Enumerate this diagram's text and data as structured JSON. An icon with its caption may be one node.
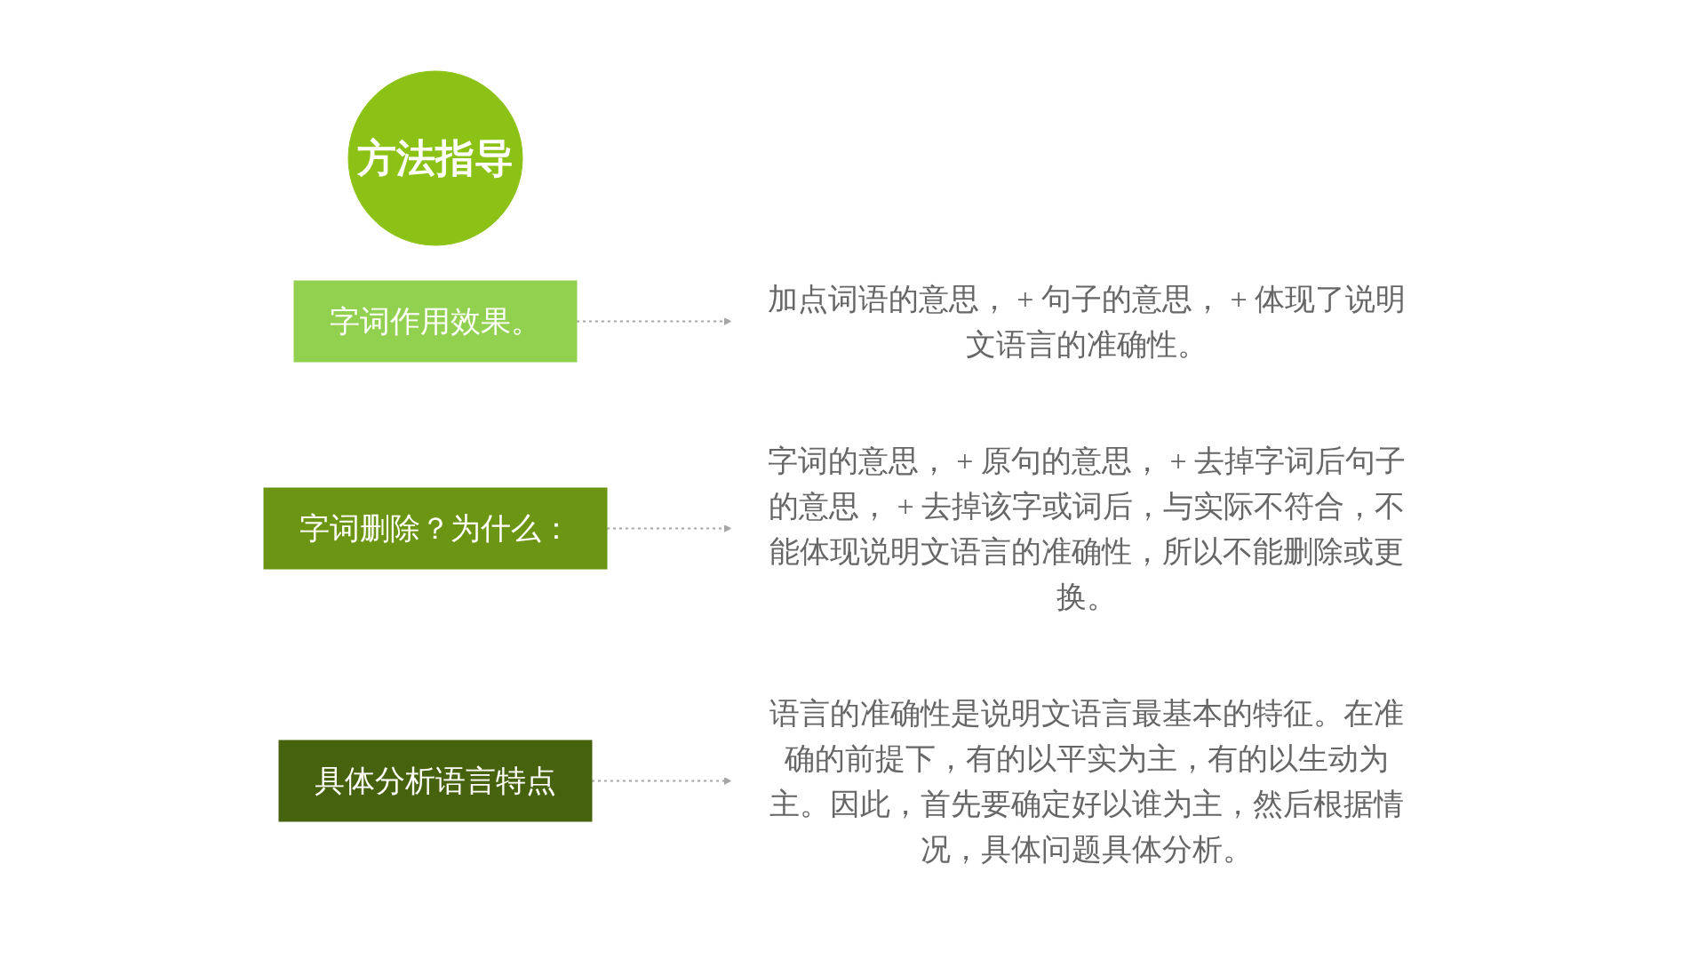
{
  "diagram": {
    "nodes": [
      {
        "text": [
          "方法指导"
        ]
      },
      {
        "text": [
          "字词作用效果。"
        ]
      },
      {
        "text": [
          "字词删除？为什么："
        ]
      },
      {
        "text": [
          "具体分析语言特点"
        ]
      },
      {
        "text": [
          "加点词语的意思， + 句子的意思， + 体现了说明文语言的准确性。"
        ]
      },
      {
        "text": [
          "字词的意思， + 原句的意思， + 去掉字词后句子的意思， + 去掉该字或词后，与实际不符合，不能体现说明文语言的准确性，所以不能删除或更换。"
        ]
      },
      {
        "text": [
          "语言的准确性是说明文语言最基本的特征。在准确的前提下，有的以平实为主，有的以生动为主。因此，首先要确定好以谁为主，然后根据情况，具体问题具体分析。"
        ]
      }
    ],
    "edges": [
      {
        "from": 1,
        "to": 4,
        "arrow": "to",
        "style": "dashed"
      },
      {
        "from": 2,
        "to": 5,
        "arrow": "to",
        "style": "dashed"
      },
      {
        "from": 3,
        "to": 6,
        "arrow": "to",
        "style": "dashed"
      }
    ]
  }
}
